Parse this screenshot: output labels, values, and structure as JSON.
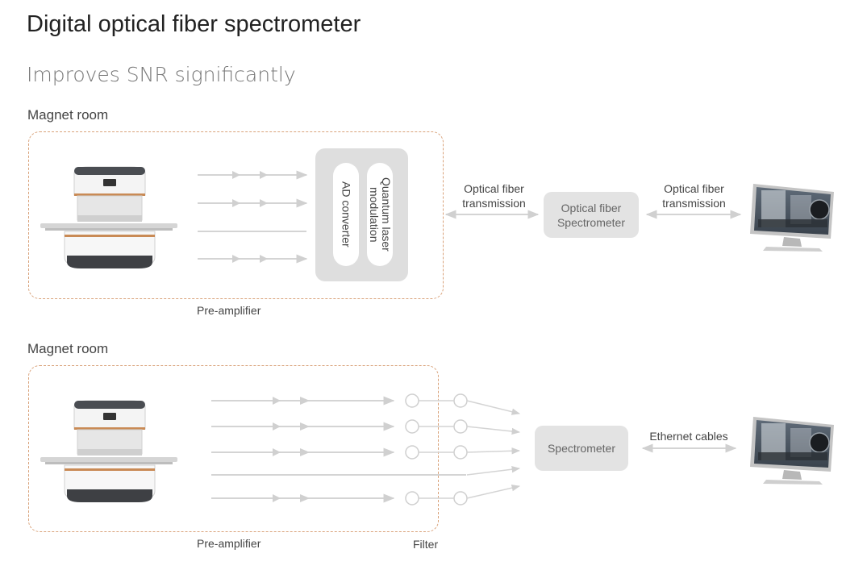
{
  "header": {
    "title": "Digital optical fiber spectrometer",
    "subtitle": "Improves SNR significantly"
  },
  "top_diagram": {
    "room_label": "Magnet room",
    "preamp_label": "Pre-amplifier",
    "module": {
      "quantum_label": "Quantum laser modulation",
      "ad_label": "AD converter"
    },
    "left_transmission_label": "Optical fiber transmission",
    "right_transmission_label": "Optical fiber transmission",
    "spectrometer_label": "Optical fiber Spectrometer"
  },
  "bottom_diagram": {
    "room_label": "Magnet room",
    "preamp_label": "Pre-amplifier",
    "filter_label": "Filter",
    "spectrometer_label": "Spectrometer",
    "cable_label": "Ethernet cables"
  },
  "colors": {
    "line": "#d4d4d4",
    "dashed_border": "#d9a27a",
    "box": "#e3e3e3",
    "accent_ring": "#c98a55"
  }
}
